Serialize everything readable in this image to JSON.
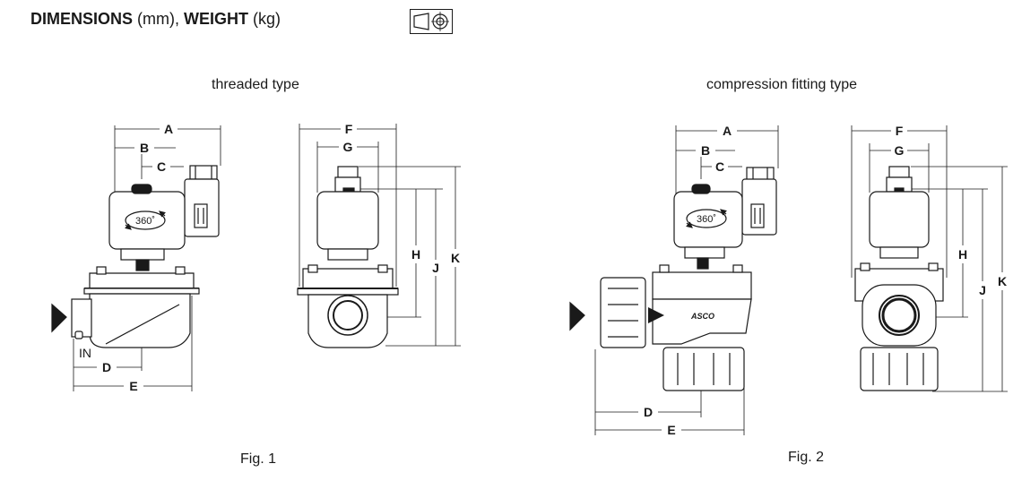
{
  "header": {
    "dimensions": "DIMENSIONS",
    "mm": "(mm),",
    "weight": "WEIGHT",
    "kg": "(kg)",
    "projection_icon": "first-angle-projection-icon"
  },
  "captions": {
    "threaded": "threaded type",
    "compression": "compression fitting type",
    "fig1": "Fig. 1",
    "fig2": "Fig. 2"
  },
  "fig1": {
    "dims": {
      "a": "A",
      "b": "B",
      "c": "C",
      "d": "D",
      "e": "E",
      "f": "F",
      "g": "G",
      "h": "H",
      "j": "J",
      "k": "K"
    },
    "rotation": "360˚",
    "inlet": "IN"
  },
  "fig2": {
    "dims": {
      "a": "A",
      "b": "B",
      "c": "C",
      "d": "D",
      "e": "E",
      "f": "F",
      "g": "G",
      "h": "H",
      "j": "J",
      "k": "K"
    },
    "rotation": "360˚",
    "brand": "ASCO"
  },
  "colors": {
    "line": "#1a1a1a",
    "body": "#ffffff"
  }
}
